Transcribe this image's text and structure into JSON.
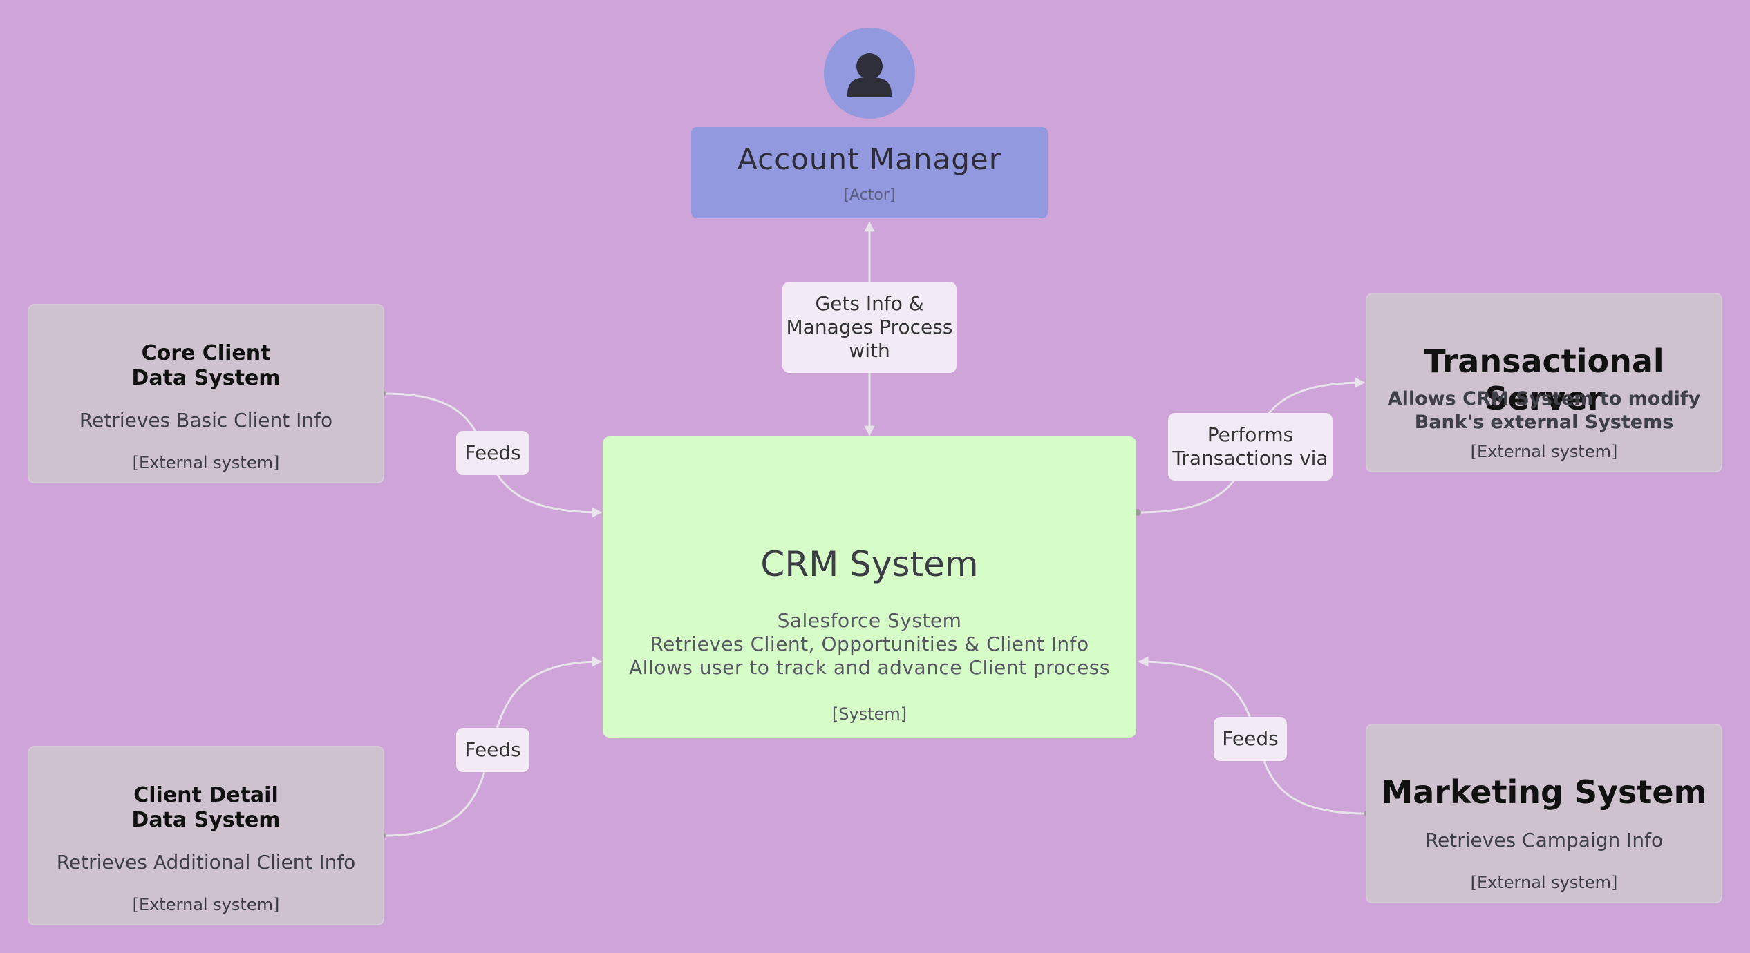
{
  "actor": {
    "icon": "person-icon",
    "name": "Account Manager",
    "tag": "[Actor]",
    "color": "#9299df"
  },
  "crm": {
    "name": "CRM System",
    "desc1": "Salesforce  System",
    "desc2": "Retrieves Client, Opportunities & Client Info",
    "desc3": "Allows user to track and advance Client process",
    "tag": "[System]",
    "color": "#d6fcc8"
  },
  "core_client": {
    "title1": "Core Client",
    "title2": "Data System",
    "desc": "Retrieves Basic Client Info",
    "tag": "[External system]"
  },
  "client_detail": {
    "title1": "Client Detail",
    "title2": "Data System",
    "desc": "Retrieves Additional Client Info",
    "tag": "[External system]"
  },
  "transactional": {
    "title": "Transactional Server",
    "desc1": "Allows CRM System to modify",
    "desc2": "Bank's external Systems",
    "tag": "[External system]"
  },
  "marketing": {
    "title": "Marketing System",
    "desc": "Retrieves Campaign Info",
    "tag": "[External system]"
  },
  "edges": {
    "actor_label1": "Gets Info &",
    "actor_label2": "Manages Process",
    "actor_label3": "with",
    "core_label": "Feeds",
    "detail_label": "Feeds",
    "trans_label1": "Performs",
    "trans_label2": "Transactions via",
    "marketing_label": "Feeds"
  },
  "colors": {
    "background": "#cea4d9",
    "external": "#cec2cf",
    "label_bg": "#f2eaf4",
    "edge": "#e8e2ea"
  }
}
